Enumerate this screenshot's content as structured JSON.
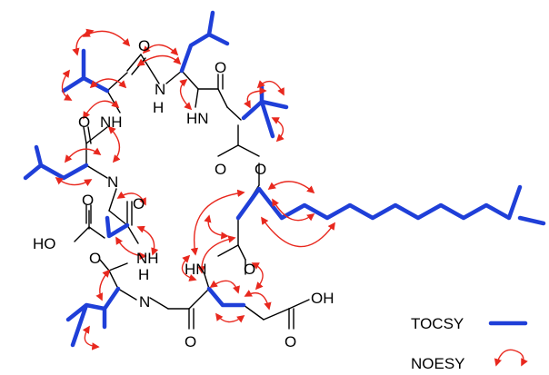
{
  "colors": {
    "tocsy": "#1f3fd8",
    "noesy": "#e8281e",
    "bond": "#000000"
  },
  "atoms": {
    "o_top": "O",
    "nh_top_n": "N",
    "nh_top_h": "H",
    "o_leu1": "O",
    "hn_val2": "HN",
    "nh_leu3": "NH",
    "o_leu3": "O",
    "o_ester_c": "O",
    "o_ester": "O",
    "nh_asp": "N",
    "h_asp": "H",
    "o_asp": "O",
    "o_asp_acid": "O",
    "ho_asp": "HO",
    "nh_asp2": "NH",
    "h_asp2": "H",
    "o_val": "O",
    "hn_val": "N",
    "o_glu": "O",
    "hn_glu": "HN",
    "o_glu_amide": "O",
    "o_glu_acid": "O",
    "oh_glu": "OH"
  },
  "legend": {
    "tocsy_label": "TOCSY",
    "noesy_label": "NOESY"
  },
  "icons": {
    "tocsy": "blue-bond-line-icon",
    "noesy": "red-double-arrow-icon"
  }
}
